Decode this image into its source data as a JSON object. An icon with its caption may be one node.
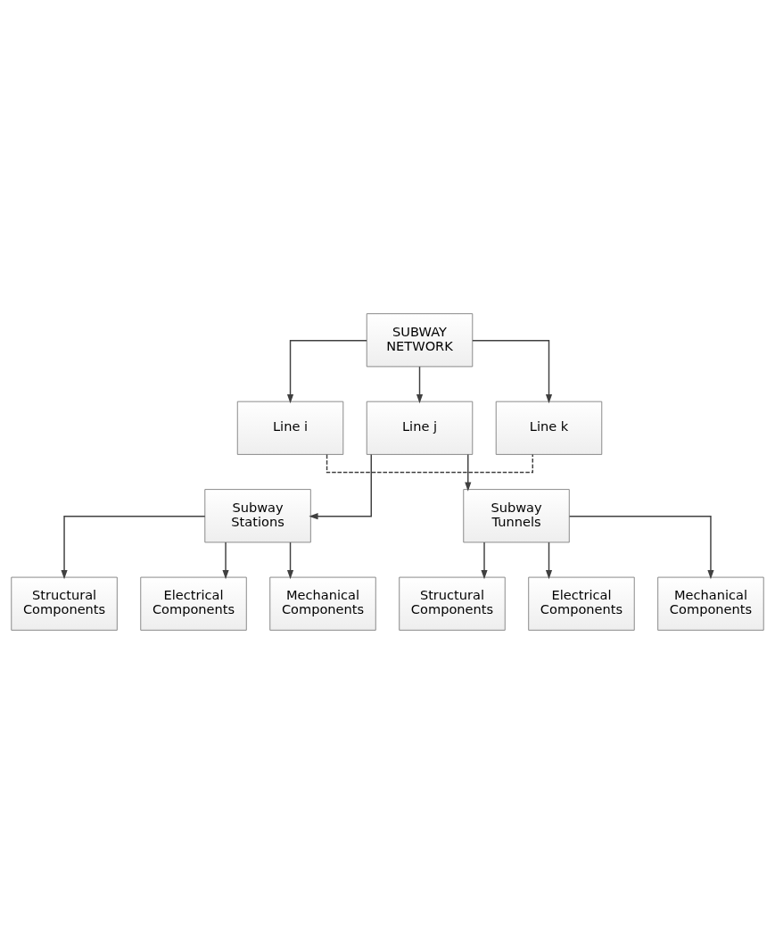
{
  "diagram": {
    "nodes": [
      {
        "text": [
          "SUBWAY NETWORK"
        ]
      },
      {
        "text": [
          "Line i"
        ]
      },
      {
        "text": [
          "Line j"
        ]
      },
      {
        "text": [
          "Line k"
        ]
      },
      {
        "text": [
          "Subway Stations"
        ]
      },
      {
        "text": [
          "Subway Tunnels"
        ]
      },
      {
        "text": [
          "Structural Components"
        ]
      },
      {
        "text": [
          "Electrical Components"
        ]
      },
      {
        "text": [
          "Mechanical Components"
        ]
      },
      {
        "text": [
          "Structural Components"
        ]
      },
      {
        "text": [
          "Electrical Components"
        ]
      },
      {
        "text": [
          "Mechanical Components"
        ]
      }
    ],
    "edges": [
      {
        "from": 0,
        "to": 1,
        "arrow": "to"
      },
      {
        "from": 0,
        "to": 2,
        "arrow": "to"
      },
      {
        "from": 0,
        "to": 3,
        "arrow": "to"
      },
      {
        "from": 1,
        "to": 3,
        "arrow": "none",
        "style": "dashed"
      },
      {
        "from": 2,
        "to": 4,
        "arrow": "to"
      },
      {
        "from": 2,
        "to": 5,
        "arrow": "to"
      },
      {
        "from": 4,
        "to": 6,
        "arrow": "to"
      },
      {
        "from": 4,
        "to": 7,
        "arrow": "to"
      },
      {
        "from": 4,
        "to": 8,
        "arrow": "to"
      },
      {
        "from": 5,
        "to": 9,
        "arrow": "to"
      },
      {
        "from": 5,
        "to": 10,
        "arrow": "to"
      },
      {
        "from": 5,
        "to": 11,
        "arrow": "to"
      }
    ]
  }
}
